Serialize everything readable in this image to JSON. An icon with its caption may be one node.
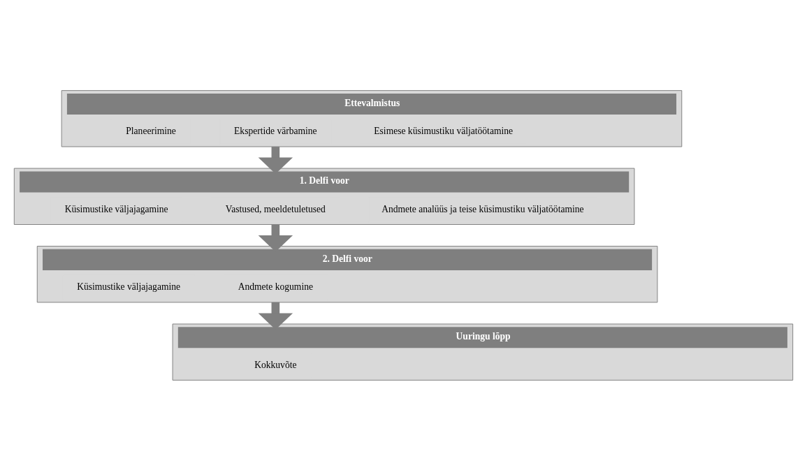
{
  "diagram": {
    "nodes": [
      {
        "text": [
          "Ettevalmistus"
        ]
      },
      {
        "text": [
          "Planeerimine"
        ],
        "in": 0
      },
      {
        "text": [
          "Ekspertide värbamine"
        ],
        "in": 0
      },
      {
        "text": [
          "Esimese küsimustiku väljatöötamine"
        ],
        "in": 0
      },
      {
        "text": [
          "1. Delfi voor"
        ]
      },
      {
        "text": [
          "Küsimustike väljajagamine"
        ],
        "in": 4
      },
      {
        "text": [
          "Vastused, meeldetuletused"
        ],
        "in": 4
      },
      {
        "text": [
          "Andmete analüüs ja teise küsimustiku väljatöötamine"
        ],
        "in": 4
      },
      {
        "text": [
          "2. Delfi voor"
        ]
      },
      {
        "text": [
          "Küsimustike väljajagamine"
        ],
        "in": 8
      },
      {
        "text": [
          "Andmete kogumine"
        ],
        "in": 8
      },
      {
        "text": [
          "Uuringu lõpp"
        ]
      },
      {
        "text": [
          "Kokkuvõte"
        ],
        "in": 11
      }
    ],
    "edges": [
      {
        "from": 0,
        "to": 4,
        "arrow": "to"
      },
      {
        "from": 4,
        "to": 8,
        "arrow": "to"
      },
      {
        "from": 8,
        "to": 11,
        "arrow": "to"
      }
    ]
  }
}
